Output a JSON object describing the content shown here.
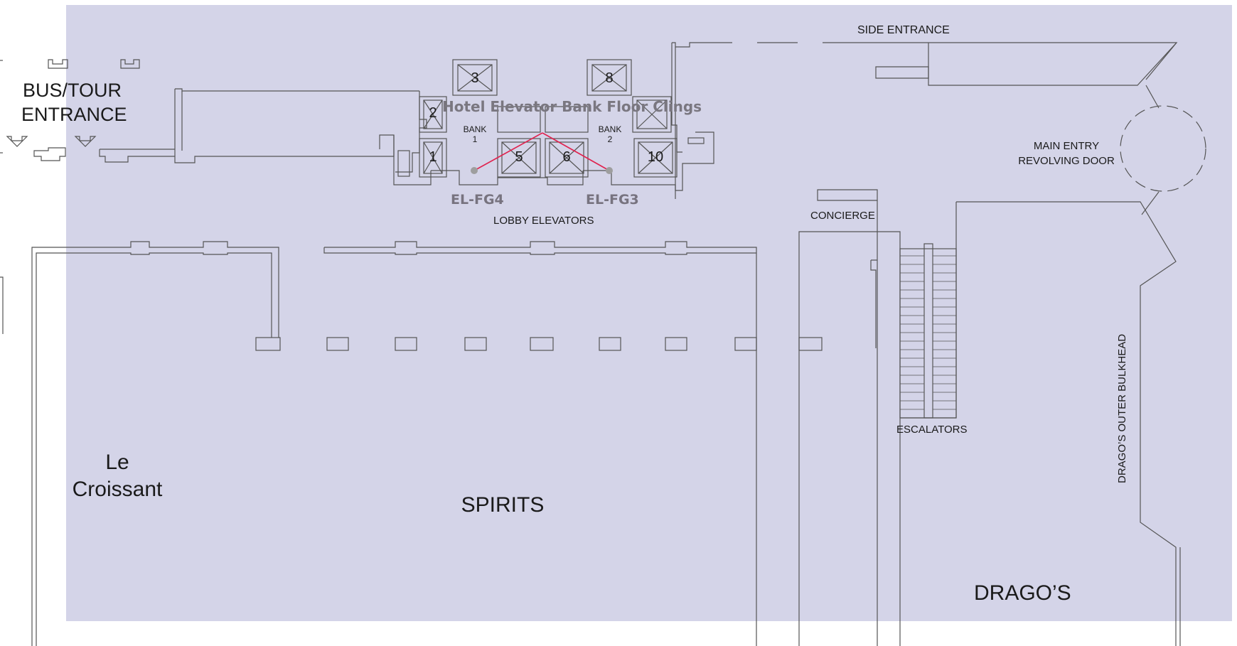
{
  "colors": {
    "shade": "#d4d4e8",
    "wall": "#555555",
    "connector": "#e0224e",
    "marker": "#9e9e9e",
    "highlight_text": "#7a7780"
  },
  "overlay_title": "Hotel Elevator Bank Floor Clings",
  "labels": {
    "bus_tour": "BUS/TOUR",
    "entrance": "ENTRANCE",
    "side_entrance": "SIDE ENTRANCE",
    "main_entry": "MAIN ENTRY",
    "revolving_door": "REVOLVING DOOR",
    "bank1_a": "BANK",
    "bank1_b": "1",
    "bank2_a": "BANK",
    "bank2_b": "2",
    "lobby_elevators": "LOBBY ELEVATORS",
    "concierge": "CONCIERGE",
    "escalators": "ESCALATORS",
    "le": "Le",
    "croissant": "Croissant",
    "spirits": "SPIRITS",
    "dragos": "DRAGO’S",
    "dragos_bulkhead": "DRAGO’S OUTER BULKHEAD"
  },
  "elevators": [
    "3",
    "8",
    "2",
    "1",
    "5",
    "6",
    "10"
  ],
  "markers": [
    {
      "id": "EL-FG4"
    },
    {
      "id": "EL-FG3"
    }
  ]
}
